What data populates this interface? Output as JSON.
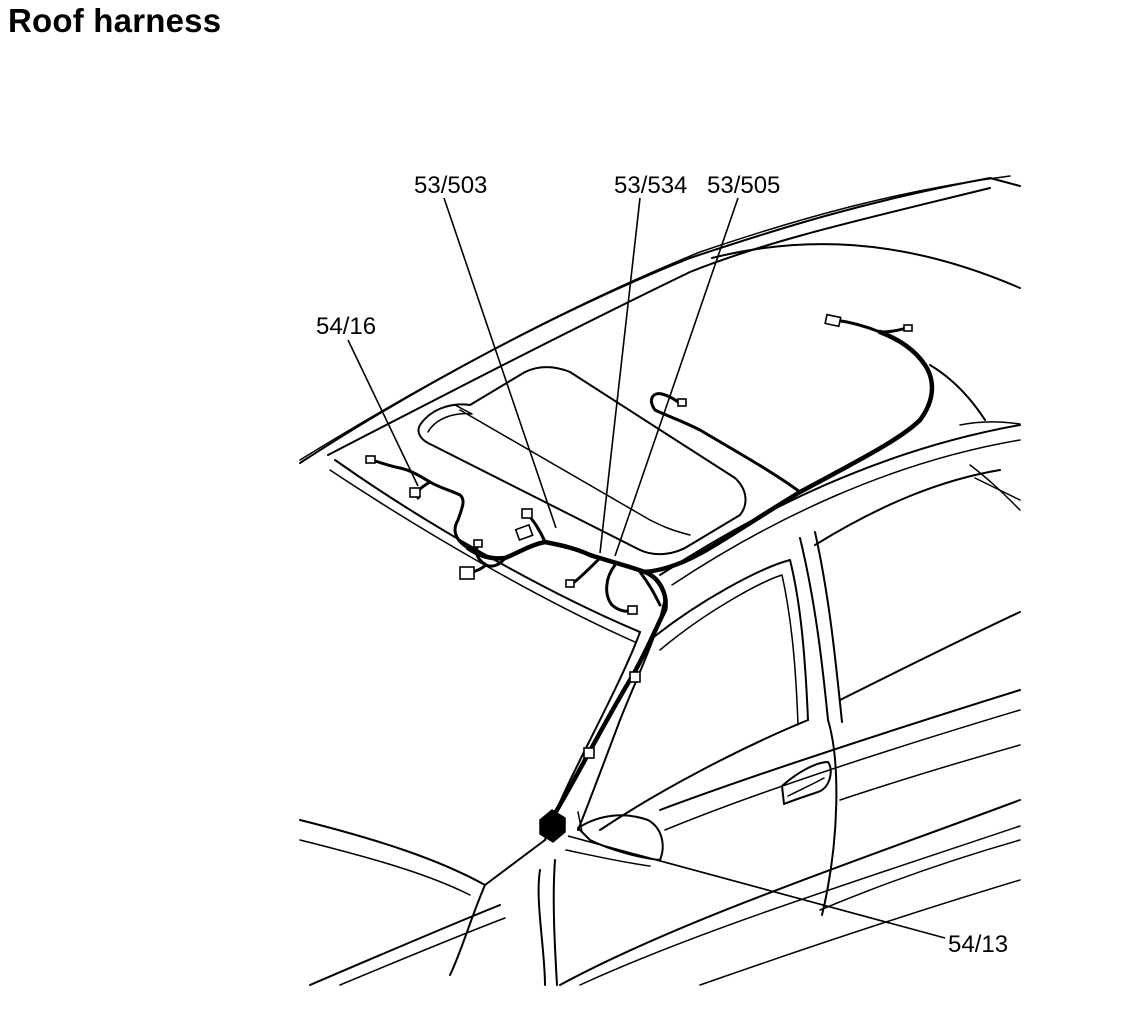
{
  "title": "Roof harness",
  "callouts": {
    "c1": "53/503",
    "c2": "53/534",
    "c3": "53/505",
    "c4": "54/16",
    "c5": "54/13"
  }
}
